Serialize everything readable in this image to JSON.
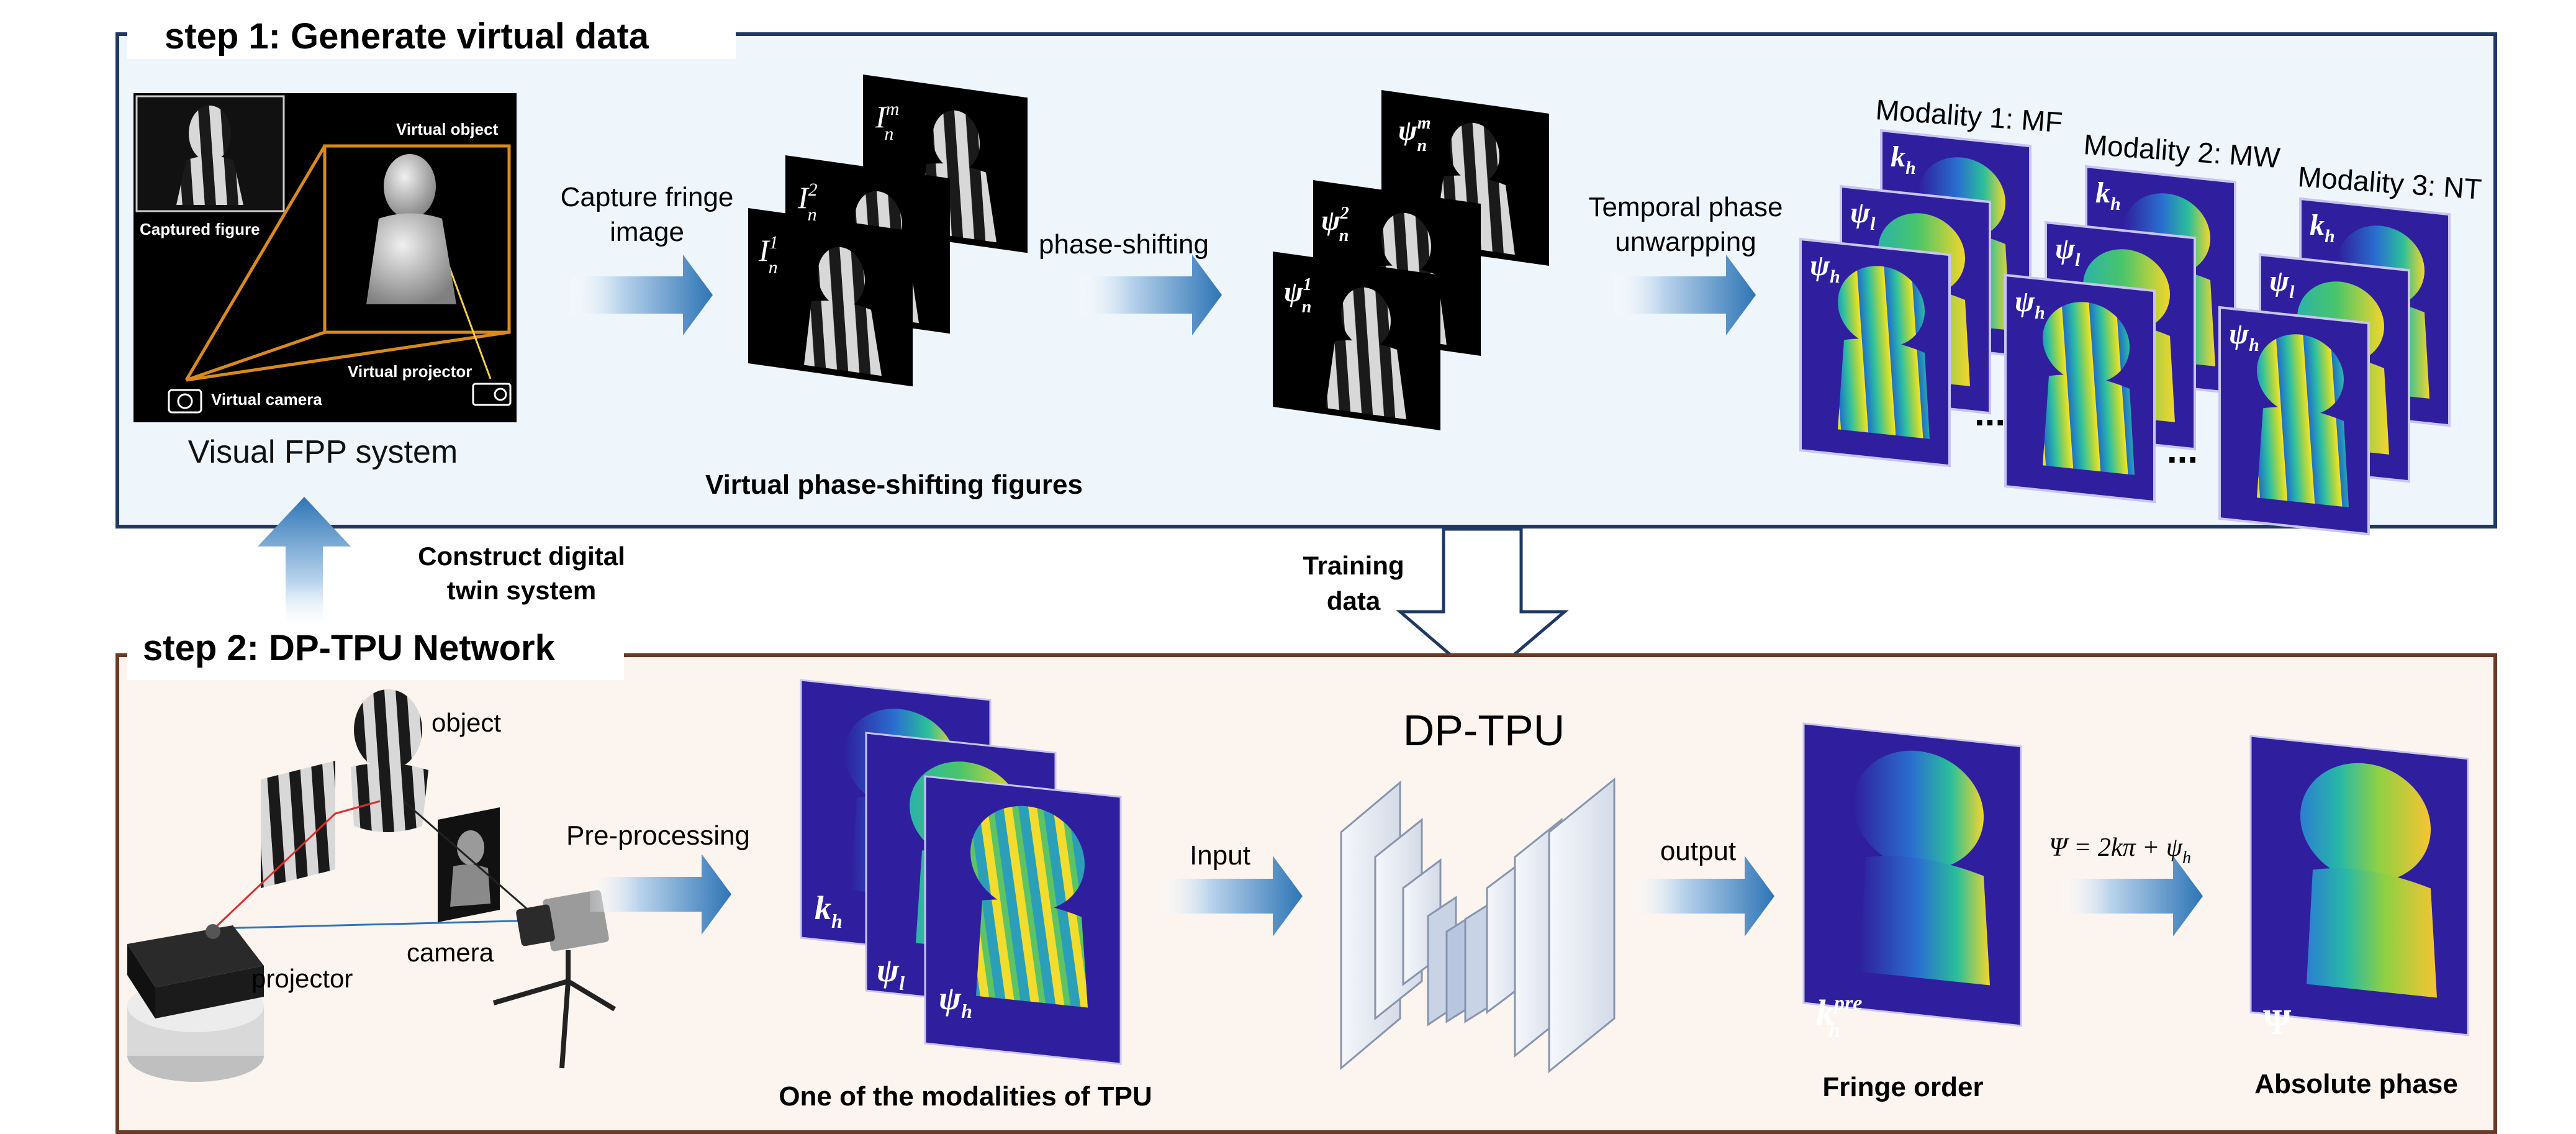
{
  "colors": {
    "step1_border": "#1f3864",
    "step1_fill": "#eef5fb",
    "step2_border": "#6b3a24",
    "step2_fill": "#fbf4ef",
    "arrow_light": "#e3eef8",
    "arrow_dark": "#2e75b6",
    "phase_bg": "#2f1f9e",
    "modality_border": "#c9c4f2",
    "frame_orange": "#d98a1b"
  },
  "step1": {
    "title": "step 1: Generate virtual data",
    "scene": {
      "captured_figure": "Captured figure",
      "virtual_object": "Virtual object",
      "virtual_projector": "Virtual projector",
      "virtual_camera": "Virtual camera",
      "caption": "Visual FPP system"
    },
    "arrow1_label": [
      "Capture fringe",
      "image"
    ],
    "fringe_labels": [
      "I",
      "I",
      "I"
    ],
    "fringe_sup": [
      "m",
      "2",
      "1"
    ],
    "fringe_sub": "n",
    "fringe_caption": "Virtual phase-shifting figures",
    "arrow2_label": "phase-shifting",
    "phase_labels": [
      "ψ",
      "ψ",
      "ψ"
    ],
    "phase_sup": [
      "m",
      "2",
      "1"
    ],
    "phase_sub": "n",
    "arrow3_label": [
      "Temporal phase",
      "unwarpping"
    ],
    "modalities": [
      "Modality 1: MF",
      "Modality 2: MW",
      "Modality 3: NT"
    ],
    "stack_labels": {
      "k": "k",
      "k_sub": "h",
      "psi_l": "ψ",
      "psi_l_sub": "l",
      "psi_h": "ψ",
      "psi_h_sub": "h"
    },
    "ellipsis": "..."
  },
  "connectors": {
    "construct": [
      "Construct digital",
      "twin system"
    ],
    "training": [
      "Training",
      "data"
    ]
  },
  "step2": {
    "title": "step 2: DP-TPU Network",
    "object": "object",
    "camera": "camera",
    "projector": "projector",
    "preprocessing": "Pre-processing",
    "modality_caption": "One of the  modalities of TPU",
    "input": "Input",
    "network": "DP-TPU",
    "output": "output",
    "fringe_order": "Fringe order",
    "fringe_order_label": "k",
    "fringe_order_sub": "h",
    "fringe_order_sup": "pre",
    "equation": "Ψ = 2kπ + ψ",
    "equation_sub": "h",
    "absolute_phase": "Absolute phase",
    "absolute_label": "Ψ"
  }
}
